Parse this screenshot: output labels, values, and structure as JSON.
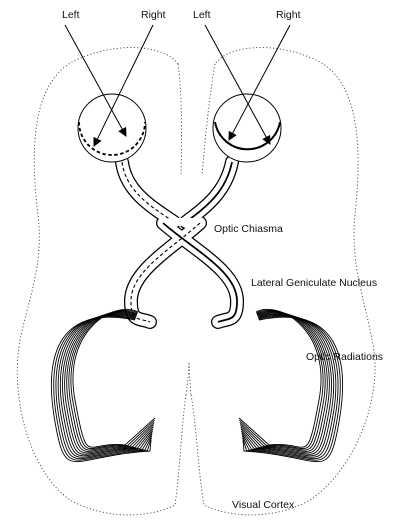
{
  "labels": {
    "left_eye_left": "Left",
    "left_eye_right": "Right",
    "right_eye_left": "Left",
    "right_eye_right": "Right",
    "optic_chiasma": "Optic Chiasma",
    "lgn": "Lateral Geniculate Nucleus",
    "optic_radiations": "Optic Radiations",
    "visual_cortex": "Visual Cortex"
  },
  "colors": {
    "line": "#000000",
    "outline": "#444444",
    "background": "#ffffff"
  }
}
